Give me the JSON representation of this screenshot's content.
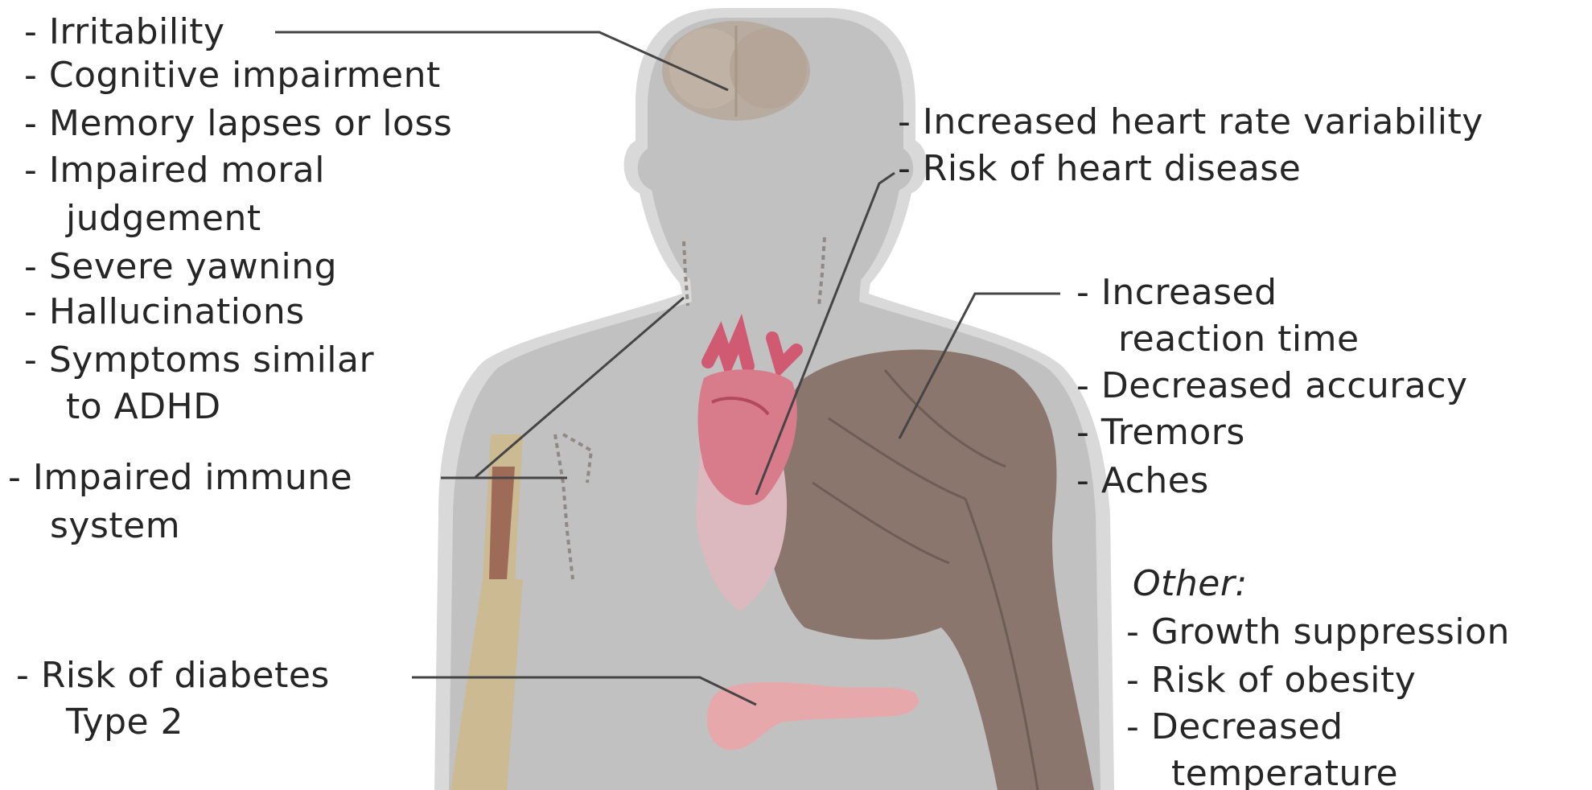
{
  "colors": {
    "body_silhouette": "#c2c1c1",
    "body_outline": "#d9d9d9",
    "brain": "#b8ab9f",
    "heart": "#d87c8c",
    "lungs": "#dcb9bf",
    "muscle": "#8a766c",
    "bone": "#cdb98a",
    "pancreas": "#e7a8ab",
    "lymph": "#8f8986",
    "leader_line": "#454545",
    "text": "#262626"
  },
  "labels": {
    "irritability": "- Irritability",
    "cognitive": "- Cognitive impairment",
    "memory": "- Memory lapses or loss",
    "moral_1": "- Impaired moral",
    "moral_2": "judgement",
    "yawning": "- Severe yawning",
    "hallucinations": "- Hallucinations",
    "adhd_1": "- Symptoms similar",
    "adhd_2": "to ADHD",
    "immune_1": "- Impaired immune",
    "immune_2": "system",
    "diabetes_1": "- Risk of diabetes",
    "diabetes_2": "Type 2",
    "heart_rate": "- Increased heart rate variability",
    "heart_disease": "- Risk of heart disease",
    "reaction_1": "- Increased",
    "reaction_2": "reaction time",
    "accuracy": "- Decreased accuracy",
    "tremors": "- Tremors",
    "aches": "- Aches",
    "other_heading": "Other:",
    "growth": "- Growth suppression",
    "obesity": "- Risk of obesity",
    "temperature_1": "- Decreased",
    "temperature_2": "temperature"
  }
}
